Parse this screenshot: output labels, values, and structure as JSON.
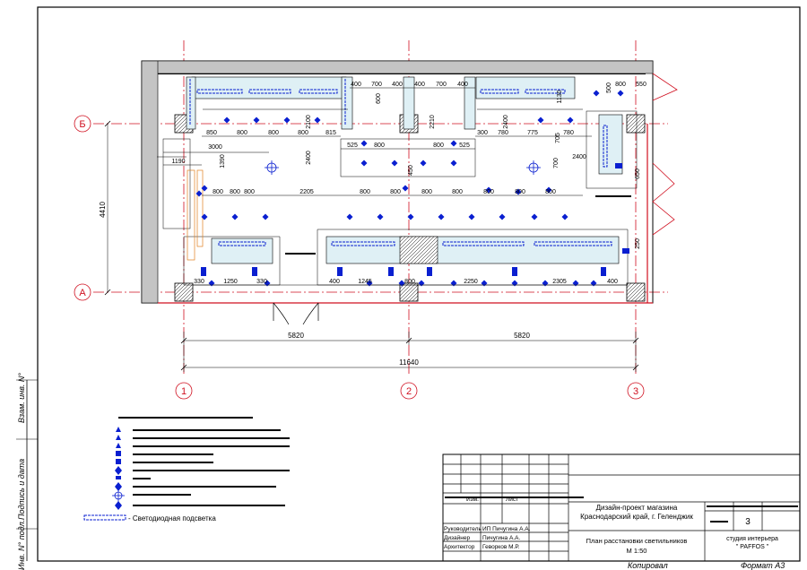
{
  "colors": {
    "axis": "#d01020",
    "lamp": "#0a1fd0",
    "wall": "#b8b8b8",
    "line": "#000000"
  },
  "axes": {
    "horizontal": [
      "Б",
      "А"
    ],
    "vertical": [
      "1",
      "2",
      "3"
    ]
  },
  "dims": {
    "top_row_a": [
      "400",
      "700",
      "400",
      "400",
      "700",
      "400",
      "800",
      "550"
    ],
    "top_row_b": [
      "850",
      "800",
      "800",
      "800",
      "815",
      "300",
      "780",
      "775",
      "780"
    ],
    "mid_row": [
      "525",
      "800",
      "800",
      "525"
    ],
    "vertical_small": [
      "600",
      "2100",
      "2210",
      "2400",
      "2400",
      "1130",
      "500",
      "1390",
      "450",
      "700",
      "705",
      "650",
      "250"
    ],
    "left_a": "3000",
    "left_b": "1190",
    "left_c": "800",
    "right_a": "2400",
    "row3": [
      "800",
      "800",
      "2205",
      "800",
      "800",
      "800",
      "800",
      "800",
      "800",
      "800"
    ],
    "bottom_row": [
      "330",
      "1250",
      "330",
      "400",
      "1245",
      "800",
      "2250",
      "2305",
      "400"
    ],
    "height_total": "4410",
    "span_left": "5820",
    "span_right": "5820",
    "total": "11640"
  },
  "title_block": {
    "project": "Дизайн-проект магазина Краснодарский край, г. Геленджик",
    "sheet_title": "План расстановки светильников",
    "scale": "М 1:50",
    "sheet_no": "3",
    "studio": "студия интерьера\n\" PAFFOS \"",
    "roles": [
      {
        "role": "Руководитель",
        "name": "ИП Пичугина А.А."
      },
      {
        "role": "Дизайнер",
        "name": "Пичугина А.А."
      },
      {
        "role": "Архитектор",
        "name": "Геворков М.Р."
      }
    ],
    "header_izm": "Изм.",
    "header_list": "Лист",
    "copy": "Копировал",
    "format": "Формат А3"
  },
  "side_labels": {
    "inv_podl": "Инв. N° подл.",
    "sign_date": "Подпись и дата",
    "vzam": "Взам. инв. N°"
  },
  "legend": {
    "led_label": "- Светодиодная подсветка"
  }
}
